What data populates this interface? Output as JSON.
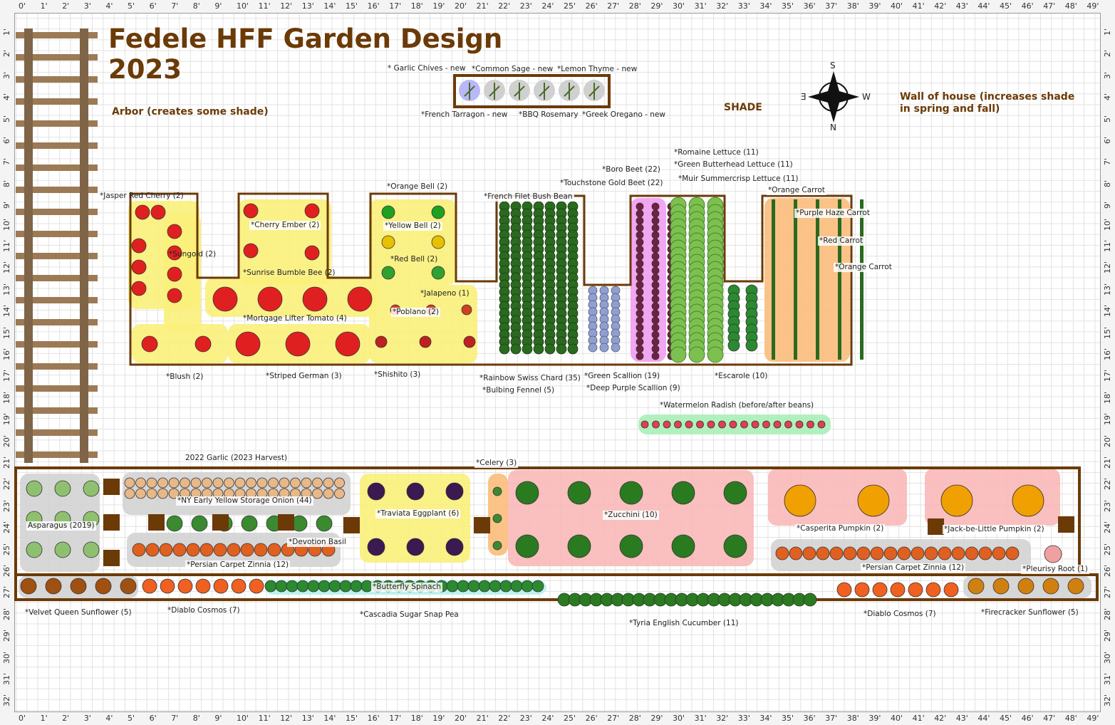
{
  "title": "Fedele HFF Garden Design",
  "year": "2023",
  "notes": {
    "arbor": "Arbor (creates some shade)",
    "shade": "SHADE",
    "wall": "Wall of house (increases shade in spring and fall)"
  },
  "compass": {
    "s": "S",
    "e": "Ǝ",
    "w": "W",
    "n": "N"
  },
  "ruler": {
    "x_min": 0,
    "x_max": 49,
    "y_min": 1,
    "y_max": 32,
    "unit": "'"
  },
  "colors": {
    "bed": "#6b3a07",
    "tomato_zone": "#f9f07a",
    "squash_zone": "#f9b8b8",
    "gray_zone": "#d3d3d3",
    "carrot": "#fbbd7a",
    "beet": "#f09df0"
  },
  "labels": [
    "* Garlic Chives - new",
    "*Common Sage - new",
    "*Lemon Thyme - new",
    "*French Tarragon - new",
    "*BBQ Rosemary",
    "*Greek Oregano - new",
    "*Jasper Red Cherry (2)",
    "*Cherry Ember (2)",
    "*Sungold (2)",
    "*Sunrise Bumble Bee (2)",
    "*Mortgage Lifter Tomato (4)",
    "*Orange Bell (2)",
    "*Yellow Bell (2)",
    "*Red Bell (2)",
    "*Jalapeno (1)",
    "*Poblano (2)",
    "*Blush (2)",
    "*Striped German (3)",
    "*Shishito (3)",
    "*French Filet Bush Bean",
    "*Rainbow Swiss Chard (35)",
    "*Bulbing Fennel (5)",
    "*Touchstone Gold Beet (22)",
    "*Boro Beet (22)",
    "*Romaine Lettuce (11)",
    "*Green Butterhead Lettuce (11)",
    "*Muir Summercrisp Lettuce (11)",
    "*Orange Carrot",
    "*Purple Haze Carrot",
    "*Red Carrot",
    "*Orange Carrot",
    "*Green Scallion (19)",
    "*Deep Purple Scallion (9)",
    "*Escarole (10)",
    "*Watermelon Radish (before/after beans)",
    "2022 Garlic (2023 Harvest)",
    "*Celery (3)",
    "Asparagus (2019)",
    "*NY Early Yellow Storage Onion (44)",
    "*Devotion Basil",
    "*Persian Carpet Zinnia (12)",
    "*Traviata Eggplant (6)",
    "*Zucchini (10)",
    "*Casperita Pumpkin (2)",
    "*Jack-be-Little Pumpkin (2)",
    "*Persian Carpet Zinnia (12)",
    "*Pleurisy Root (1)",
    "*Butterfly Spinach",
    "*Velvet Queen Sunflower (5)",
    "*Diablo Cosmos (7)",
    "*Cascadia Sugar Snap Pea",
    "*Tyria English Cucumber (11)",
    "*Diablo Cosmos (7)",
    "*Firecracker Sunflower (5)"
  ]
}
